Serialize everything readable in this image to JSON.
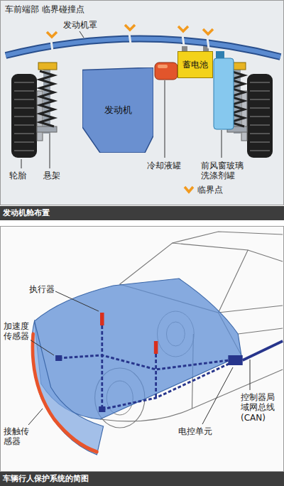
{
  "diagram": {
    "nodes": [
      {
        "text": [
          "发动机"
        ]
      },
      {
        "text": [
          "蓄电池"
        ]
      },
      {
        "text": [
          "发动机舱布置"
        ]
      },
      {
        "text": [
          "车辆行人保护系统的简图"
        ]
      }
    ],
    "labels": [
      "车前端部 临界碰撞点",
      "发动机罩",
      "冷却液罐",
      "前风窗玻璃 洗涤剂罐",
      "轮胎",
      "悬架",
      "执行器",
      "加速度 传感器",
      "接触传 感器",
      "电控单元",
      "控制器局 域网总线 (CAN)"
    ],
    "legend": [
      {
        "text": "临界点"
      }
    ]
  }
}
